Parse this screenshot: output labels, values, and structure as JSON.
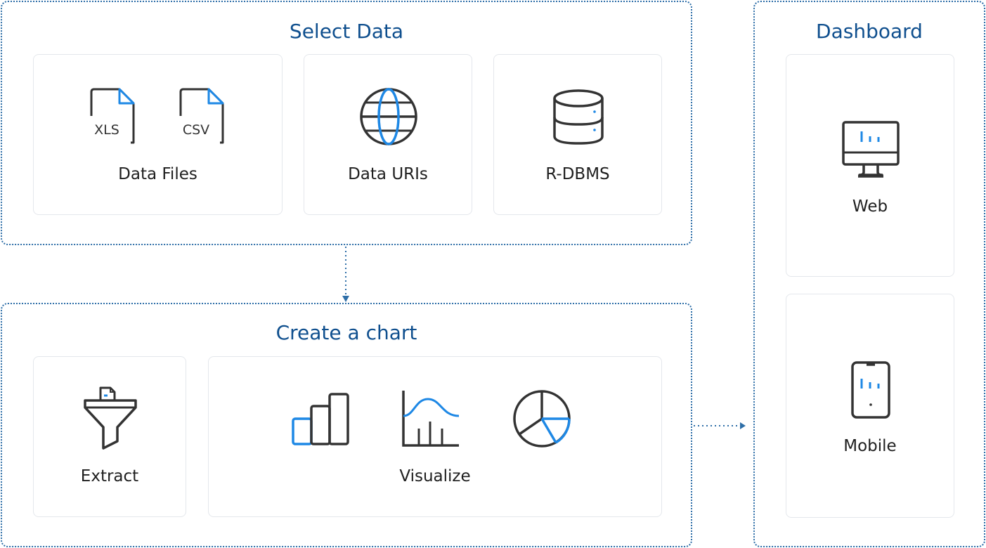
{
  "select_data": {
    "title": "Select Data",
    "cards": {
      "data_files": {
        "label": "Data Files",
        "xls": "XLS",
        "csv": "CSV"
      },
      "data_uris": {
        "label": "Data URIs"
      },
      "rdbms": {
        "label": "R-DBMS"
      }
    }
  },
  "create_chart": {
    "title": "Create a chart",
    "cards": {
      "extract": {
        "label": "Extract"
      },
      "visualize": {
        "label": "Visualize"
      }
    }
  },
  "dashboard": {
    "title": "Dashboard",
    "cards": {
      "web": {
        "label": "Web"
      },
      "mobile": {
        "label": "Mobile"
      }
    }
  },
  "colors": {
    "accent": "#1e88e5",
    "border": "#2f6fa8",
    "title": "#0f4f8e",
    "icon": "#333333"
  }
}
